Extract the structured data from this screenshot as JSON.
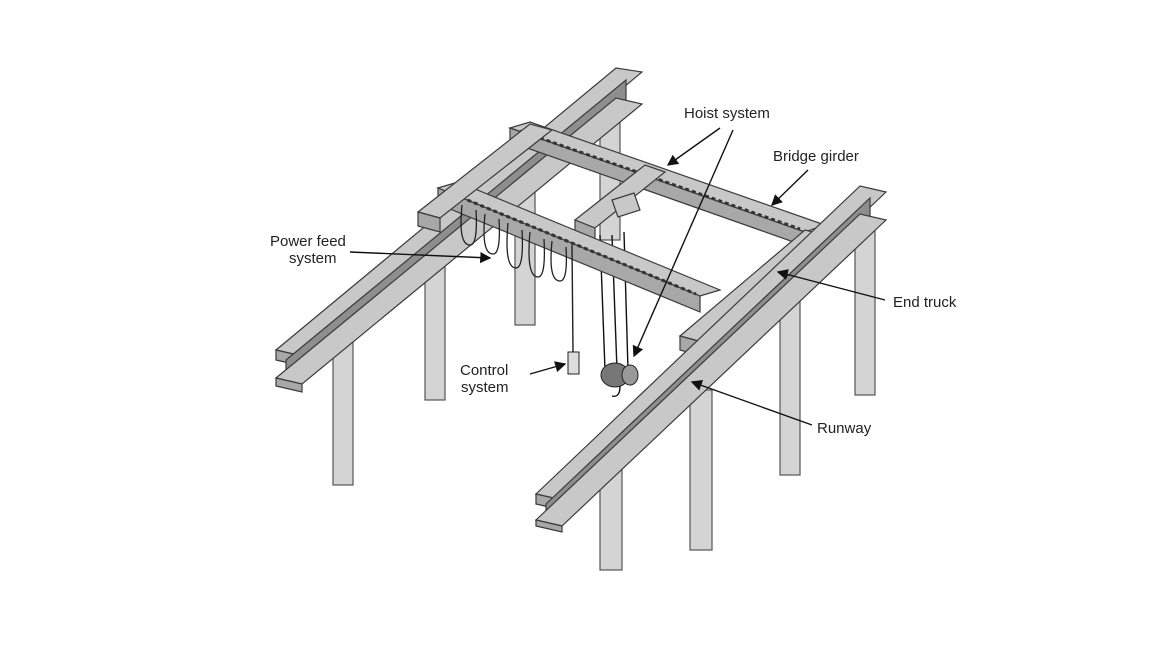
{
  "figure": {
    "labels": {
      "hoist_system": "Hoist system",
      "bridge_girder": "Bridge girder",
      "power_feed_line1": "Power feed",
      "power_feed_line2": "system",
      "end_truck": "End truck",
      "control_line1": "Control",
      "control_line2": "system",
      "runway": "Runway"
    }
  }
}
